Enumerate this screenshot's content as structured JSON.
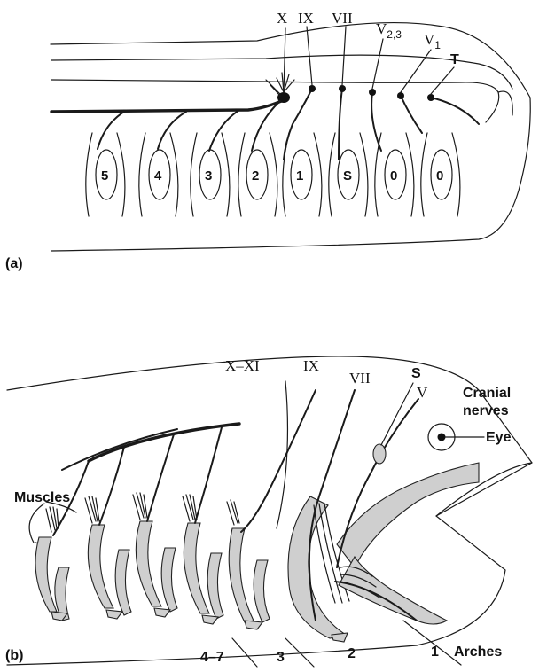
{
  "panel_a": {
    "label": "(a)",
    "nerve_labels": {
      "x": "X",
      "ix": "IX",
      "vii": "VII",
      "v23": "V",
      "v23_sub": "2,3",
      "v1": "V",
      "v1_sub": "1",
      "t": "T"
    },
    "arches": [
      "5",
      "4",
      "3",
      "2",
      "1",
      "S",
      "0",
      "0"
    ]
  },
  "panel_b": {
    "label": "(b)",
    "nerve_labels": {
      "x_xi": "X–XI",
      "ix": "IX",
      "vii": "VII",
      "s": "S",
      "v": "V"
    },
    "cranial_nerves": [
      "Cranial",
      "nerves"
    ],
    "eye": "Eye",
    "muscles": "Muscles",
    "arch_groups": {
      "g47": "4–7",
      "g3": "3",
      "g2": "2",
      "g1": "1",
      "arches": "Arches"
    }
  }
}
